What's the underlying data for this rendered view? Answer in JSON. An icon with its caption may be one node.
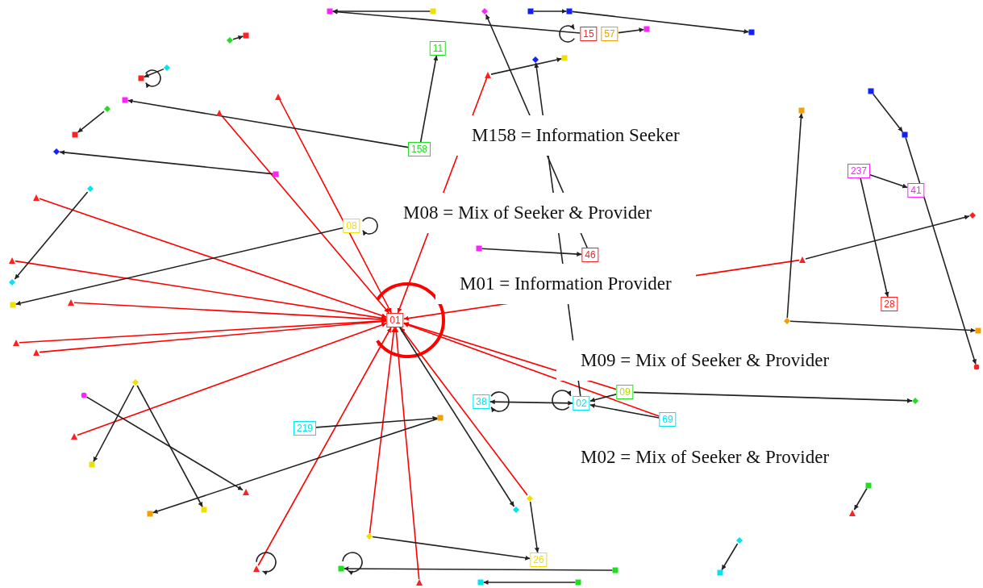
{
  "diagram": {
    "nodes": [
      {
        "text": [
          "15"
        ]
      },
      {
        "text": [
          "57"
        ]
      },
      {
        "text": [
          "11"
        ]
      },
      {
        "text": [
          "158"
        ]
      },
      {
        "text": [
          "237"
        ]
      },
      {
        "text": [
          "41"
        ]
      },
      {
        "text": [
          "08"
        ]
      },
      {
        "text": [
          "46"
        ]
      },
      {
        "text": [
          "01"
        ]
      },
      {
        "text": [
          "28"
        ]
      },
      {
        "text": [
          "09"
        ]
      },
      {
        "text": [
          "02"
        ]
      },
      {
        "text": [
          "38"
        ]
      },
      {
        "text": [
          "69"
        ]
      },
      {
        "text": [
          "219"
        ]
      },
      {
        "text": [
          "26"
        ]
      },
      {
        "text": [],
        "shape": "triangle"
      },
      {
        "text": [],
        "shape": "triangle"
      },
      {
        "text": [],
        "shape": "triangle"
      },
      {
        "text": [],
        "shape": "triangle"
      },
      {
        "text": [],
        "shape": "triangle"
      },
      {
        "text": [],
        "shape": "triangle"
      },
      {
        "text": [],
        "shape": "triangle"
      },
      {
        "text": [],
        "shape": "triangle"
      },
      {
        "text": [],
        "shape": "triangle"
      },
      {
        "text": [],
        "shape": "triangle"
      },
      {
        "text": [],
        "shape": "diamond"
      },
      {
        "text": [],
        "shape": "diamond"
      },
      {
        "text": [],
        "shape": "triangle"
      },
      {
        "text": [],
        "shape": "triangle"
      },
      {
        "text": [],
        "shape": "box"
      },
      {
        "text": [],
        "shape": "diamond"
      },
      {
        "text": [],
        "shape": "box"
      },
      {
        "text": [],
        "shape": "diamond"
      },
      {
        "text": [],
        "shape": "diamond"
      },
      {
        "text": [],
        "shape": "box"
      },
      {
        "text": [],
        "shape": "box"
      },
      {
        "text": [],
        "shape": "diamond"
      },
      {
        "text": [],
        "shape": "diamond"
      },
      {
        "text": [],
        "shape": "diamond"
      },
      {
        "text": [],
        "shape": "box"
      },
      {
        "text": [],
        "shape": "box"
      },
      {
        "text": [],
        "shape": "box"
      },
      {
        "text": [],
        "shape": "diamond"
      },
      {
        "text": [],
        "shape": "box"
      },
      {
        "text": [],
        "shape": "box"
      },
      {
        "text": [],
        "shape": "box"
      },
      {
        "text": [],
        "shape": "box"
      },
      {
        "text": [],
        "shape": "diamond"
      },
      {
        "text": [],
        "shape": "box"
      },
      {
        "text": [],
        "shape": "box"
      },
      {
        "text": [],
        "shape": "box"
      },
      {
        "text": [],
        "shape": "box"
      },
      {
        "text": [],
        "shape": "diamond"
      },
      {
        "text": [],
        "shape": "box"
      },
      {
        "text": [],
        "shape": "circle"
      },
      {
        "text": [],
        "shape": "diamond"
      },
      {
        "text": [],
        "shape": "box"
      },
      {
        "text": [],
        "shape": "diamond"
      },
      {
        "text": [],
        "shape": "circle"
      },
      {
        "text": [],
        "shape": "box"
      },
      {
        "text": [],
        "shape": "diamond"
      },
      {
        "text": [],
        "shape": "box"
      },
      {
        "text": [],
        "shape": "box"
      },
      {
        "text": [],
        "shape": "box"
      },
      {
        "text": [],
        "shape": "triangle"
      },
      {
        "text": [],
        "shape": "box"
      },
      {
        "text": [],
        "shape": "box"
      },
      {
        "text": [],
        "shape": "box"
      },
      {
        "text": [],
        "shape": "box"
      },
      {
        "text": [],
        "shape": "box"
      },
      {
        "text": [],
        "shape": "diamond"
      },
      {
        "text": [],
        "shape": "box"
      },
      {
        "text": [],
        "shape": "triangle"
      },
      {
        "text": [],
        "shape": "diamond"
      },
      {
        "text": [],
        "shape": "box"
      }
    ],
    "edges": [
      {
        "from": 16,
        "to": 8,
        "arrow": "to",
        "color": "#ff0000"
      },
      {
        "from": 17,
        "to": 8,
        "arrow": "to",
        "color": "#ff0000"
      },
      {
        "from": 18,
        "to": 8,
        "arrow": "to",
        "color": "#ff0000"
      },
      {
        "from": 19,
        "to": 8,
        "arrow": "to",
        "color": "#ff0000"
      },
      {
        "from": 20,
        "to": 8,
        "arrow": "to",
        "color": "#ff0000"
      },
      {
        "from": 21,
        "to": 8,
        "arrow": "to",
        "color": "#ff0000"
      },
      {
        "from": 22,
        "to": 8,
        "arrow": "to",
        "color": "#ff0000"
      },
      {
        "from": 23,
        "to": 8,
        "arrow": "to",
        "color": "#ff0000"
      },
      {
        "from": 24,
        "to": 8,
        "arrow": "to",
        "color": "#ff0000"
      },
      {
        "from": 25,
        "to": 8,
        "arrow": "to",
        "color": "#ff0000"
      },
      {
        "from": 26,
        "to": 8,
        "arrow": "to",
        "color": "#ff0000"
      },
      {
        "from": 27,
        "to": 8,
        "arrow": "to",
        "color": "#ff0000"
      },
      {
        "from": 28,
        "to": 8,
        "arrow": "to",
        "color": "#ff0000"
      },
      {
        "from": 29,
        "to": 8,
        "arrow": "to",
        "color": "#ff0000"
      },
      {
        "from": 13,
        "to": 8,
        "arrow": "to",
        "color": "#ff0000"
      },
      {
        "from": 10,
        "to": 8,
        "arrow": "to",
        "color": "#ff0000"
      },
      {
        "from": 8,
        "to": 8,
        "arrow": "to",
        "style": "thick",
        "color": "#ff0000"
      },
      {
        "from": 0,
        "to": 41,
        "arrow": "to"
      },
      {
        "from": 42,
        "to": 41,
        "arrow": "to"
      },
      {
        "from": 44,
        "to": 45,
        "arrow": "to"
      },
      {
        "from": 45,
        "to": 47,
        "arrow": "to"
      },
      {
        "from": 1,
        "to": 46,
        "arrow": "to"
      },
      {
        "from": 3,
        "to": 2,
        "arrow": "to"
      },
      {
        "from": 3,
        "to": 36,
        "arrow": "to"
      },
      {
        "from": 27,
        "to": 15,
        "arrow": "to"
      },
      {
        "from": 26,
        "to": 15,
        "arrow": "to"
      },
      {
        "from": 75,
        "to": 7,
        "arrow": "to"
      },
      {
        "from": 7,
        "to": 43,
        "arrow": "to"
      },
      {
        "from": 4,
        "to": 5,
        "arrow": "to"
      },
      {
        "from": 4,
        "to": 9,
        "arrow": "to"
      },
      {
        "from": 53,
        "to": 54,
        "arrow": "to"
      },
      {
        "from": 53,
        "to": 52,
        "arrow": "to"
      },
      {
        "from": 51,
        "to": 55,
        "arrow": "to"
      },
      {
        "from": 50,
        "to": 51,
        "arrow": "to"
      },
      {
        "from": 13,
        "to": 11,
        "arrow": "to"
      },
      {
        "from": 10,
        "to": 11,
        "arrow": "to"
      },
      {
        "from": 11,
        "to": 12,
        "arrow": "both"
      },
      {
        "from": 14,
        "to": 60,
        "arrow": "to"
      },
      {
        "from": 60,
        "to": 63,
        "arrow": "to"
      },
      {
        "from": 6,
        "to": 40,
        "arrow": "to"
      },
      {
        "from": 57,
        "to": 37,
        "arrow": "to"
      },
      {
        "from": 38,
        "to": 39,
        "arrow": "to"
      },
      {
        "from": 34,
        "to": 35,
        "arrow": "to"
      },
      {
        "from": 33,
        "to": 32,
        "arrow": "to"
      },
      {
        "from": 31,
        "to": 30,
        "arrow": "to"
      },
      {
        "from": 58,
        "to": 62,
        "arrow": "to"
      },
      {
        "from": 58,
        "to": 64,
        "arrow": "to"
      },
      {
        "from": 59,
        "to": 65,
        "arrow": "to"
      },
      {
        "from": 72,
        "to": 73,
        "arrow": "to"
      },
      {
        "from": 69,
        "to": 66,
        "arrow": "to"
      },
      {
        "from": 68,
        "to": 67,
        "arrow": "to"
      },
      {
        "from": 74,
        "to": 70,
        "arrow": "to"
      },
      {
        "from": 28,
        "to": 49,
        "arrow": "to"
      },
      {
        "from": 11,
        "to": 48,
        "arrow": "to"
      },
      {
        "from": 8,
        "to": 61,
        "arrow": "to"
      },
      {
        "from": 10,
        "to": 71,
        "arrow": "to"
      },
      {
        "from": 29,
        "to": 56,
        "arrow": "to"
      },
      {
        "from": 0,
        "to": 0,
        "arrow": "to"
      },
      {
        "from": 6,
        "to": 6,
        "arrow": "to"
      },
      {
        "from": 11,
        "to": 11,
        "arrow": "to"
      },
      {
        "from": 12,
        "to": 12,
        "arrow": "to"
      },
      {
        "from": 32,
        "to": 32,
        "arrow": "to"
      },
      {
        "from": 24,
        "to": 24,
        "arrow": "to"
      },
      {
        "from": 66,
        "to": 66,
        "arrow": "to"
      }
    ],
    "labels": [
      "M158 = Information Seeker",
      "M08 = Mix of Seeker & Provider",
      "M01 = Information Provider",
      "M09 = Mix of Seeker & Provider",
      "M02 = Mix of Seeker & Provider"
    ]
  }
}
